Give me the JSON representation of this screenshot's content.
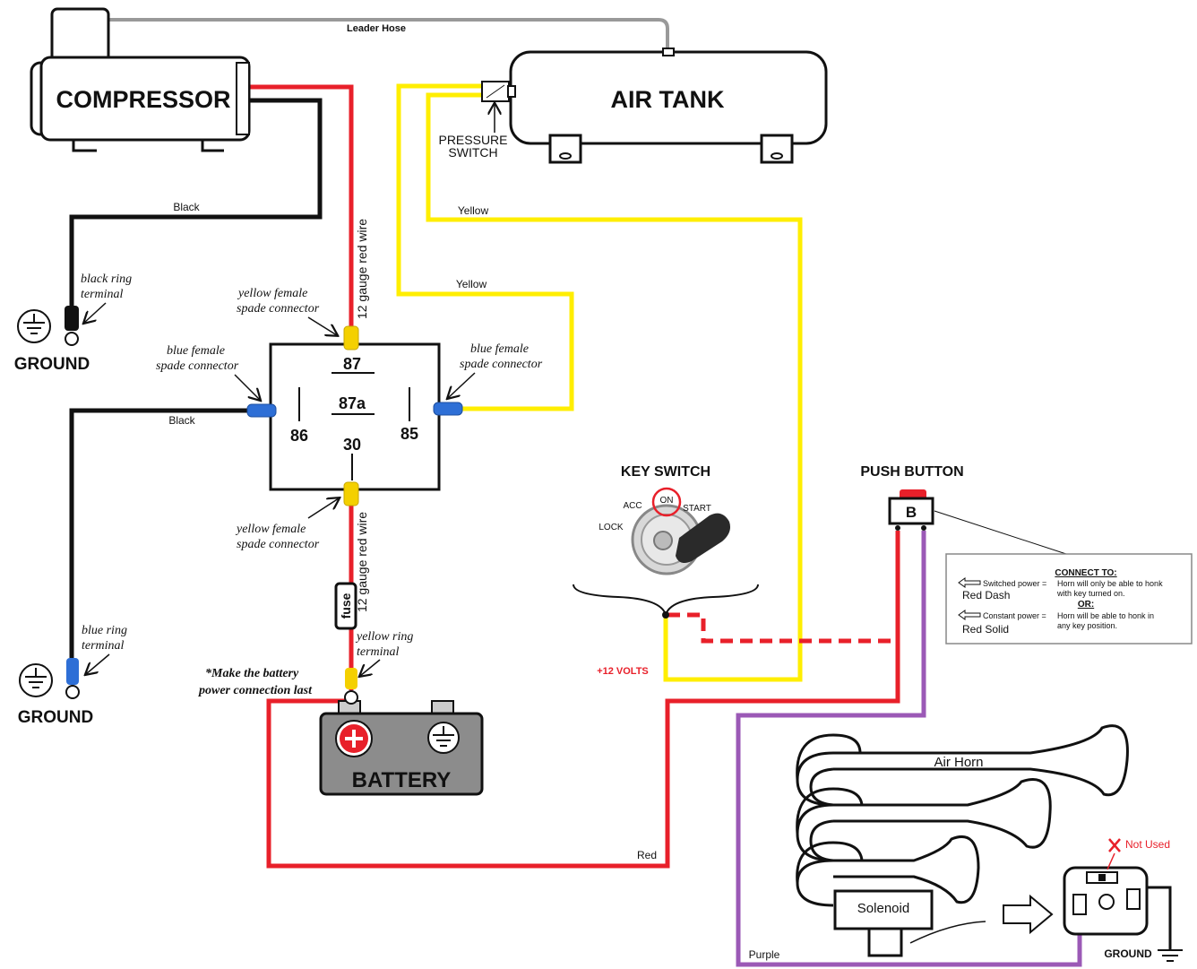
{
  "colors": {
    "red": "#e8202a",
    "yellow": "#ffee00",
    "black": "#111111",
    "purple": "#9b59b6",
    "blue_connector": "#2e6fd6",
    "yellow_connector": "#f4d000",
    "battery_fill": "#8c8c8c"
  },
  "components": {
    "compressor": "COMPRESSOR",
    "air_tank": "AIR TANK",
    "pressure_switch": [
      "PRESSURE",
      "SWITCH"
    ],
    "battery": "BATTERY",
    "fuse": "fuse",
    "key_switch": "KEY SWITCH",
    "push_button": "PUSH BUTTON",
    "push_button_letter": "B",
    "air_horn": "Air Horn",
    "solenoid": "Solenoid",
    "ground_1": "GROUND",
    "ground_2": "GROUND",
    "ground_3": "GROUND",
    "not_used": "Not Used"
  },
  "relay": {
    "pin_87": "87",
    "pin_87a": "87a",
    "pin_86": "86",
    "pin_85": "85",
    "pin_30": "30"
  },
  "key_positions": {
    "acc": "ACC",
    "on": "ON",
    "start": "START",
    "lock": "LOCK"
  },
  "wire_labels": {
    "leader_hose": "Leader Hose",
    "black_top": "Black",
    "black_mid": "Black",
    "yellow_top": "Yellow",
    "yellow_mid": "Yellow",
    "red_bottom": "Red",
    "purple": "Purple",
    "red_wire_top": "12 gauge red wire",
    "red_wire_bottom": "12 gauge red wire",
    "plus_12v": "+12 VOLTS"
  },
  "annotations": {
    "black_ring_terminal": [
      "black ring",
      "terminal"
    ],
    "blue_ring_terminal": [
      "blue ring",
      "terminal"
    ],
    "yellow_female_top": [
      "yellow female",
      "spade connector"
    ],
    "yellow_female_bottom": [
      "yellow female",
      "spade connector"
    ],
    "blue_female_left": [
      "blue female",
      "spade connector"
    ],
    "blue_female_right": [
      "blue female",
      "spade connector"
    ],
    "yellow_ring_terminal": [
      "yellow ring",
      "terminal"
    ],
    "battery_note": [
      "*Make the battery",
      "power connection last"
    ]
  },
  "legend": {
    "title": "CONNECT TO:",
    "switched_label": "Switched power =",
    "switched_desc": [
      "Horn will only be able to honk",
      "with key turned on."
    ],
    "or": "OR:",
    "constant_label": "Constant power =",
    "constant_desc": [
      "Horn will be able to honk in",
      "any key position."
    ],
    "red_dash": "Red Dash",
    "red_solid": "Red Solid"
  }
}
